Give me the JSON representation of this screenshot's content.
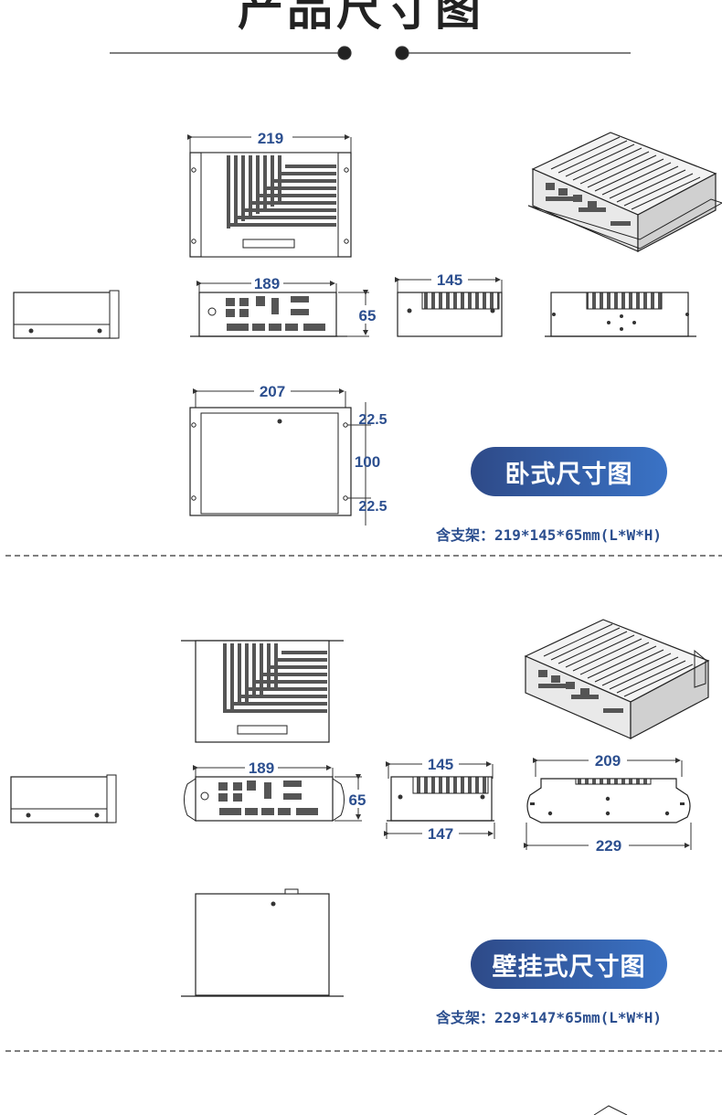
{
  "page": {
    "title": "产品尺寸图"
  },
  "horizontal": {
    "badge": "卧式尺寸图",
    "spec": "含支架：219*145*65mm(L*W*H)",
    "dims": {
      "top_width": "219",
      "front_width": "189",
      "front_height": "65",
      "side_width": "145",
      "bottom_width": "207",
      "hole_top": "22.5",
      "hole_mid": "100",
      "hole_bottom": "22.5"
    }
  },
  "wall": {
    "badge": "壁挂式尺寸图",
    "spec": "含支架：229*147*65mm(L*W*H)",
    "dims": {
      "front_width": "189",
      "front_height": "65",
      "side_top": "145",
      "side_bottom": "147",
      "back_top": "209",
      "back_bottom": "229"
    }
  },
  "colors": {
    "accent": "#2c4f8f",
    "badge_start": "#2e4a88",
    "badge_end": "#3a73c6",
    "line": "#333333"
  }
}
